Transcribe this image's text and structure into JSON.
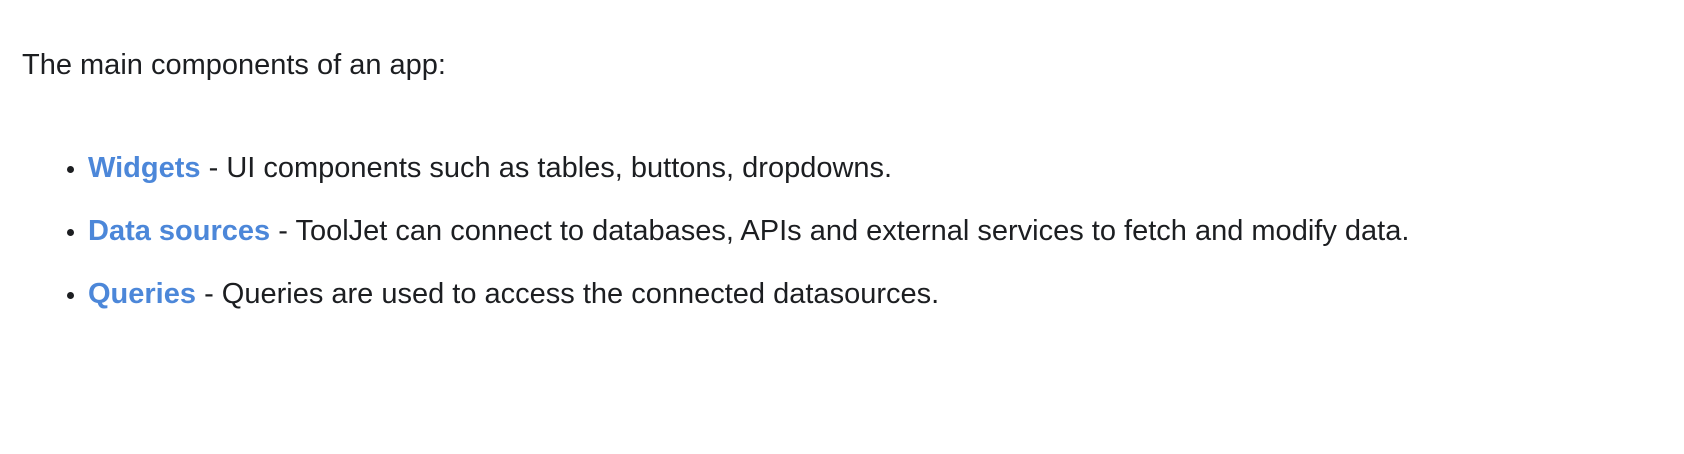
{
  "page": {
    "background_color": "#ffffff",
    "text_color": "#1c1e21",
    "link_color": "#4c87d9"
  },
  "content": {
    "intro": "The main components of an app:",
    "list": [
      {
        "link": "Widgets",
        "separator": "-",
        "description": "UI components such as tables, buttons, dropdowns."
      },
      {
        "link": "Data sources",
        "separator": "-",
        "description": "ToolJet can connect to databases, APIs and external services to fetch and modify data."
      },
      {
        "link": "Queries",
        "separator": "-",
        "description": "Queries are used to access the connected datasources."
      }
    ]
  }
}
